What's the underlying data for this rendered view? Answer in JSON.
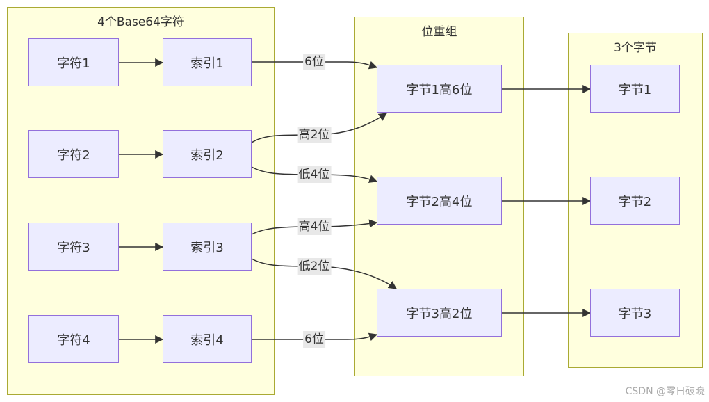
{
  "clusters": {
    "base64": {
      "title": "4个Base64字符"
    },
    "regroup": {
      "title": "位重组"
    },
    "bytes": {
      "title": "3个字节"
    }
  },
  "nodes": {
    "char1": "字符1",
    "char2": "字符2",
    "char3": "字符3",
    "char4": "字符4",
    "idx1": "索引1",
    "idx2": "索引2",
    "idx3": "索引3",
    "idx4": "索引4",
    "b1": "字节1高6位",
    "b2": "字节2高4位",
    "b3": "字节3高2位",
    "out1": "字节1",
    "out2": "字节2",
    "out3": "字节3"
  },
  "edge_labels": {
    "e1": "6位",
    "e2": "高2位",
    "e3": "低4位",
    "e4": "高4位",
    "e5": "低2位",
    "e6": "6位"
  },
  "watermark": "CSDN @零日破晓"
}
